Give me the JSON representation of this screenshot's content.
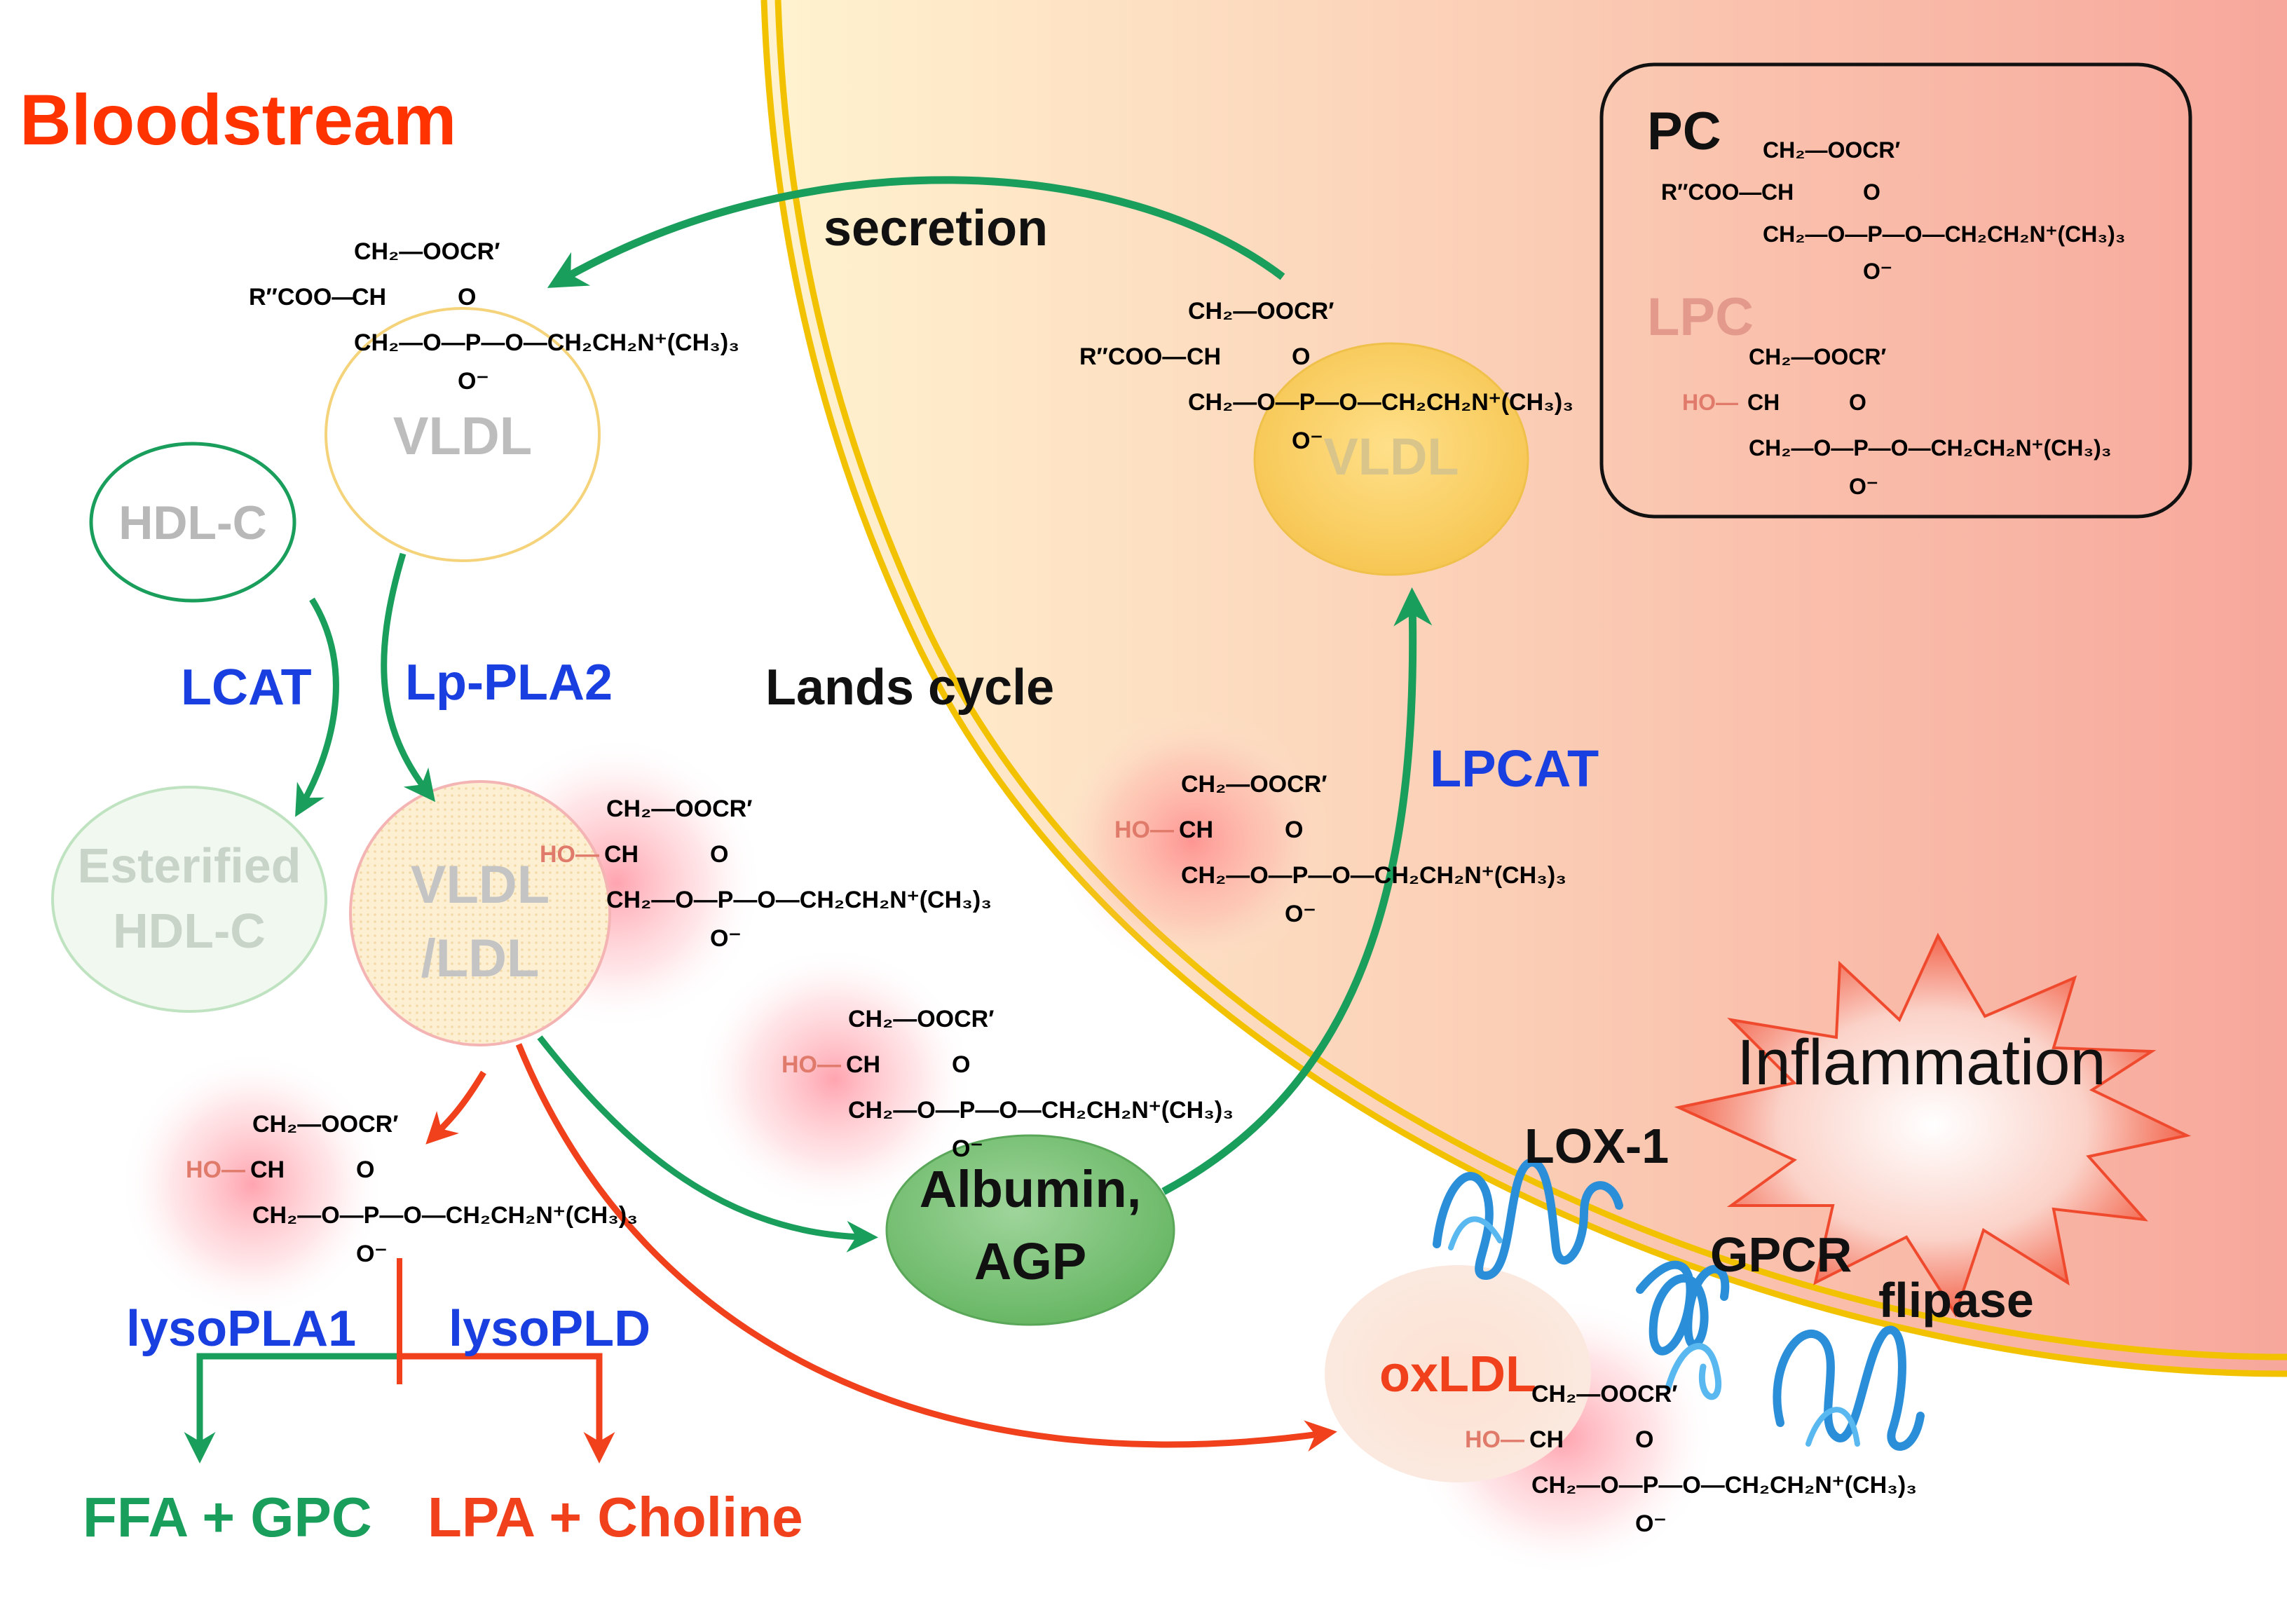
{
  "title": "Bloodstream",
  "colors": {
    "title": "#ff3300",
    "enzyme_blue": "#1a3fe0",
    "green": "#1a9e5c",
    "red": "#f0401c",
    "gray_label": "#b8b8b8",
    "membrane": "#f2c200",
    "receptor": "#2a8fd8",
    "cell_gradient_start": "#fff3cf",
    "cell_gradient_end": "#f7a79b",
    "glow": "#ff6b7a",
    "inflammation": "#f04a2e"
  },
  "particles": {
    "vldl_top": "VLDL",
    "hdl_c": "HDL-C",
    "esterified_hdl_line1": "Esterified",
    "esterified_hdl_line2": "HDL-C",
    "vldl_ldl_line1": "VLDL",
    "vldl_ldl_line2": "/LDL",
    "vldl_cell": "VLDL",
    "albumin_line1": "Albumin,",
    "albumin_line2": "AGP",
    "oxldl": "oxLDL"
  },
  "enzymes": {
    "lcat": "LCAT",
    "lp_pla2": "Lp-PLA2",
    "lysopla1": "lysoPLA1",
    "lysopld": "lysoPLD",
    "lpcat": "LPCAT"
  },
  "processes": {
    "secretion": "secretion",
    "lands_cycle": "Lands cycle",
    "inflammation": "Inflammation"
  },
  "receptors": {
    "lox1": "LOX-1",
    "gpcr": "GPCR",
    "flipase": "flipase"
  },
  "products": {
    "ffa_gpc": "FFA + GPC",
    "lpa_choline": "LPA + Choline"
  },
  "legend": {
    "pc": "PC",
    "lpc": "LPC"
  },
  "molecule": {
    "ch2_oocr": "CH₂—OOCR′",
    "rcoo": "R″COO—",
    "ho": "HO—",
    "ch": "CH",
    "ch2_o_p_o": "CH₂—O—P—O—CH₂CH₂N⁺(CH₃)₃",
    "o_top": "O",
    "o_minus": "O⁻"
  }
}
